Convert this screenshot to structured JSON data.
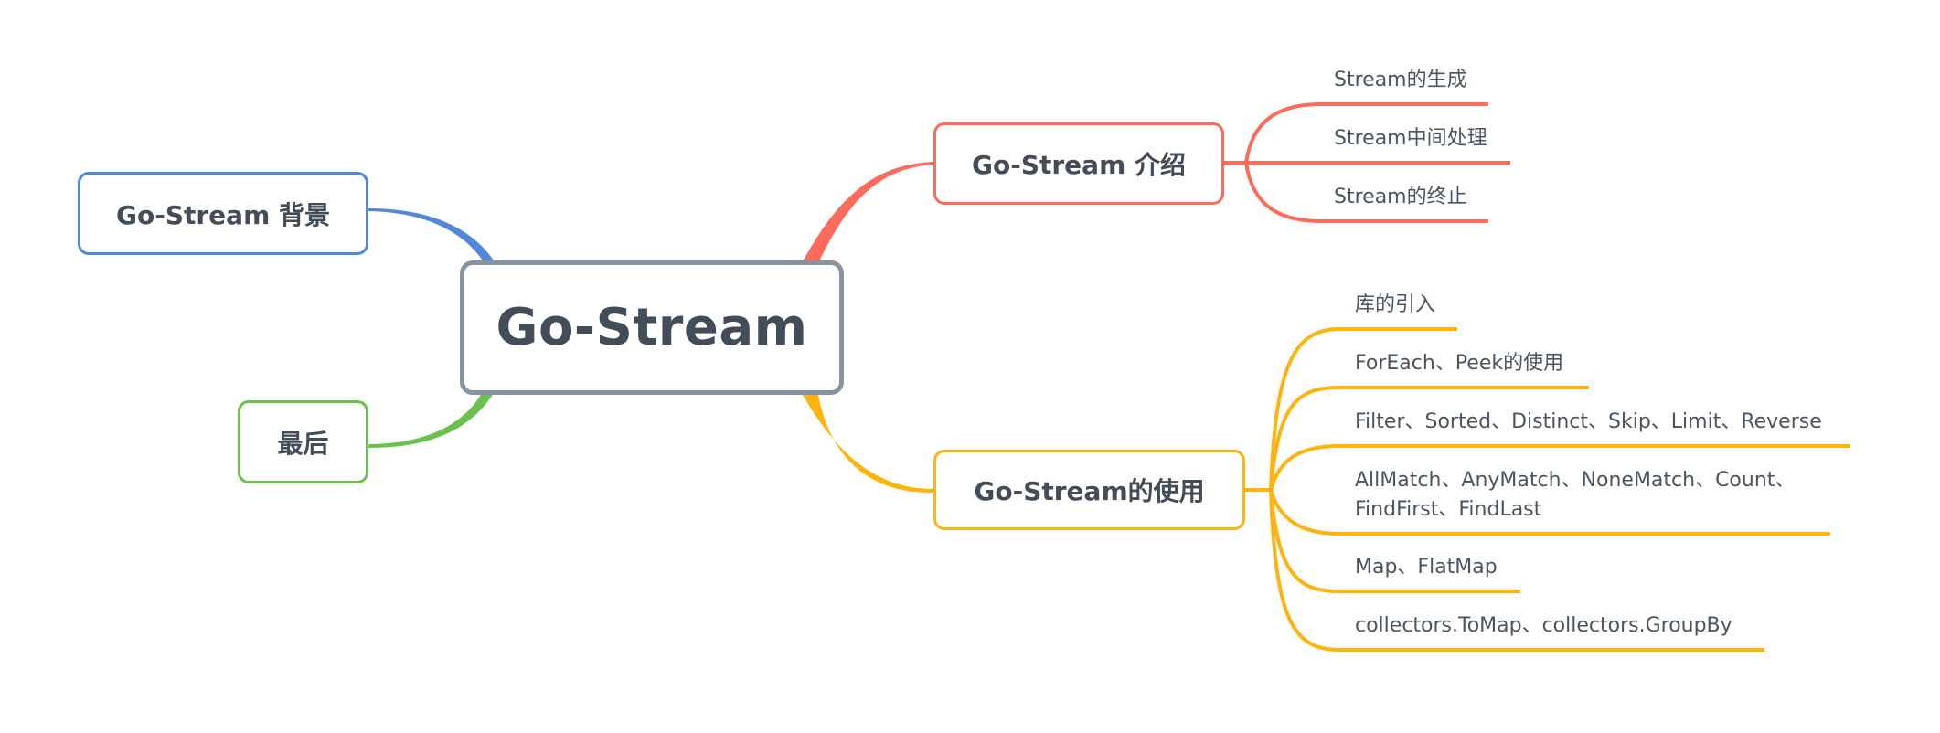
{
  "mindmap": {
    "central": {
      "label": "Go-Stream",
      "color": "#8793a1"
    },
    "branches": [
      {
        "id": "background",
        "label": "Go-Stream 背景",
        "color": "#5188d8",
        "side": "left",
        "children": []
      },
      {
        "id": "last",
        "label": "最后",
        "color": "#6cc04e",
        "side": "left",
        "children": []
      },
      {
        "id": "intro",
        "label": "Go-Stream 介绍",
        "color": "#ff6b5b",
        "side": "right",
        "children": [
          {
            "label": "Stream的生成"
          },
          {
            "label": "Stream中间处理"
          },
          {
            "label": "Stream的终止"
          }
        ]
      },
      {
        "id": "usage",
        "label": "Go-Stream的使用",
        "color": "#ffb30f",
        "side": "right",
        "children": [
          {
            "label": "库的引入"
          },
          {
            "label": "ForEach、Peek的使用"
          },
          {
            "label": "Filter、Sorted、Distinct、Skip、Limit、Reverse"
          },
          {
            "label": "AllMatch、AnyMatch、NoneMatch、Count、\nFindFirst、FindLast"
          },
          {
            "label": "Map、FlatMap"
          },
          {
            "label": "collectors.ToMap、collectors.GroupBy"
          }
        ]
      }
    ]
  }
}
